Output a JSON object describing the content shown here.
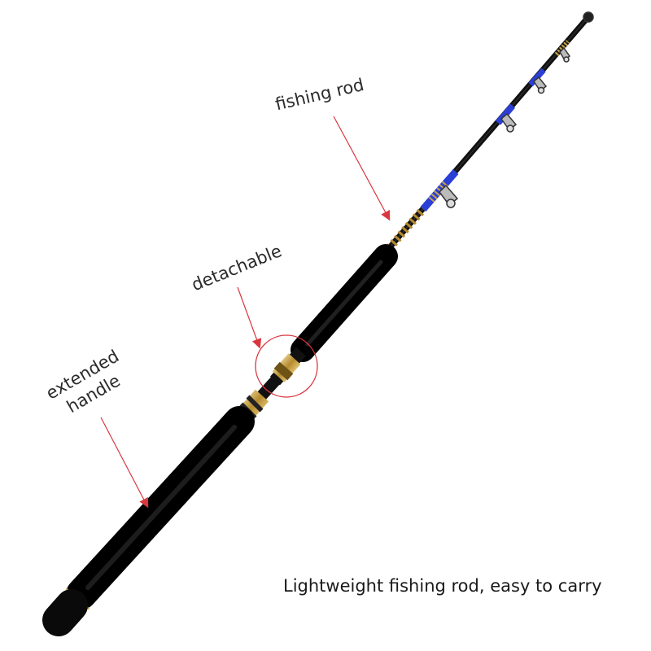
{
  "annotations": {
    "fishing_rod": "fishing rod",
    "detachable": "detachable",
    "extended_line1": "extended",
    "extended_line2": "handle"
  },
  "caption": "Lightweight fishing rod, easy to carry",
  "colors": {
    "arrow": "#d9363e",
    "rod_blank": "#111111",
    "grip": "#0b0b0b",
    "guide_wrap": "#2b3fd6",
    "gold": "#c9a44a"
  }
}
